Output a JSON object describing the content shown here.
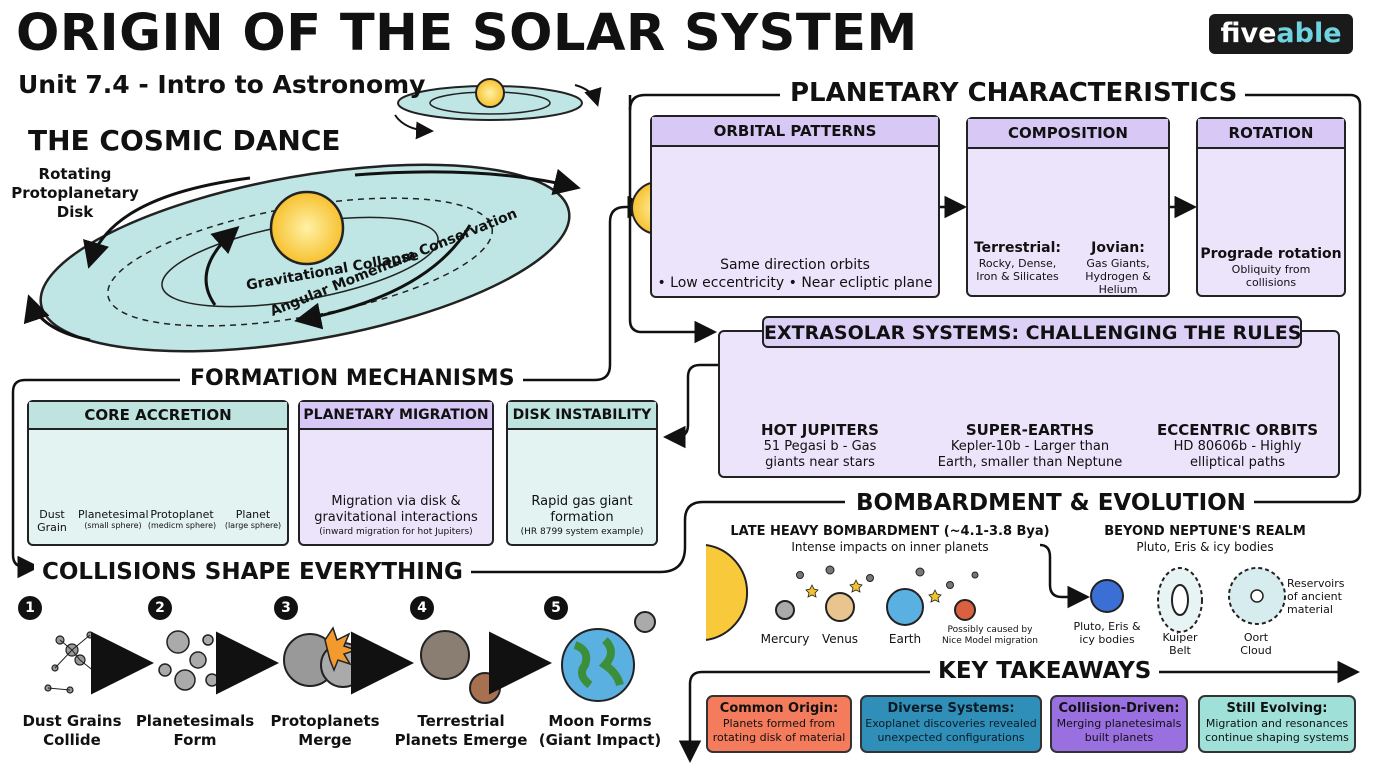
{
  "header": {
    "title": "ORIGIN OF THE SOLAR SYSTEM",
    "subtitle": "Unit 7.4 - Intro to Astronomy",
    "logo_left": "five",
    "logo_right": "able"
  },
  "cosmic": {
    "title": "THE COSMIC DANCE",
    "disk_label": "Rotating\nProtoplanetary\nDisk",
    "collapse_label": "Gravitational Collapse",
    "momentum_label": "Angular Momentum Conservation"
  },
  "planetary": {
    "title": "PLANETARY CHARACTERISTICS",
    "orbital": {
      "title": "ORBITAL PATTERNS",
      "line1": "Same direction orbits",
      "line2": "• Low eccentricity • Near ecliptic plane"
    },
    "composition": {
      "title": "COMPOSITION",
      "terrestrial_title": "Terrestrial:",
      "terrestrial_desc": "Rocky, Dense,\nIron & Silicates",
      "jovian_title": "Jovian:",
      "jovian_desc": "Gas Giants,\nHydrogen & Helium"
    },
    "rotation": {
      "title": "ROTATION",
      "line1": "Prograde rotation",
      "line2": "Obliquity from\ncollisions"
    }
  },
  "extrasolar": {
    "title": "EXTRASOLAR SYSTEMS: CHALLENGING THE RULES",
    "items": [
      {
        "title": "HOT JUPITERS",
        "desc": "51 Pegasi b - Gas\ngiants near stars"
      },
      {
        "title": "SUPER-EARTHS",
        "desc": "Kepler-10b - Larger than\nEarth, smaller than Neptune"
      },
      {
        "title": "ECCENTRIC ORBITS",
        "desc": "HD 80606b - Highly\nelliptical paths"
      }
    ]
  },
  "formation": {
    "title": "FORMATION MECHANISMS",
    "core": {
      "title": "CORE ACCRETION",
      "labels": [
        {
          "name": "Dust\nGrain",
          "sub": ""
        },
        {
          "name": "Planetesimal",
          "sub": "(small sphere)"
        },
        {
          "name": "Protoplanet",
          "sub": "(medicm sphere)"
        },
        {
          "name": "Planet",
          "sub": "(large sphere)"
        }
      ]
    },
    "migration": {
      "title": "PLANETARY MIGRATION",
      "desc": "Migration via disk &\ngravitational interactions",
      "note": "(inward migration for hot Jupiters)"
    },
    "instability": {
      "title": "DISK INSTABILITY",
      "desc": "Rapid gas giant\nformation",
      "note": "(HR 8799 system example)"
    }
  },
  "bombardment": {
    "title": "BOMBARDMENT & EVOLUTION",
    "lhb_title": "LATE HEAVY BOMBARDMENT (~4.1-3.8 Bya)",
    "lhb_sub": "Intense impacts on inner planets",
    "planets": [
      "Mercury",
      "Venus",
      "Earth"
    ],
    "nice_note": "Possibly caused by\nNice Model migration",
    "beyond_title": "BEYOND NEPTUNE'S REALM",
    "beyond_sub": "Pluto, Eris & icy bodies",
    "beyond_items": [
      "Pluto, Eris &\nicy bodies",
      "Kuiper\nBelt",
      "Oort\nCloud"
    ],
    "reservoir_note": "Reservoirs\nof ancient\nmaterial"
  },
  "collisions": {
    "title": "COLLISIONS SHAPE EVERYTHING",
    "steps": [
      {
        "num": "1",
        "label": "Dust Grains\nCollide"
      },
      {
        "num": "2",
        "label": "Planetesimals\nForm"
      },
      {
        "num": "3",
        "label": "Protoplanets\nMerge"
      },
      {
        "num": "4",
        "label": "Terrestrial\nPlanets Emerge"
      },
      {
        "num": "5",
        "label": "Moon Forms\n(Giant Impact)"
      }
    ]
  },
  "takeaways": {
    "title": "KEY TAKEAWAYS",
    "items": [
      {
        "title": "Common Origin:",
        "desc": "Planets formed from\nrotating disk of material",
        "color": "#f47c5c"
      },
      {
        "title": "Diverse Systems:",
        "desc": "Exoplanet discoveries revealed\nunexpected configurations",
        "color": "#2f8fb8"
      },
      {
        "title": "Collision-Driven:",
        "desc": "Merging planetesimals\nbuilt planets",
        "color": "#9a6fe0"
      },
      {
        "title": "Still Evolving:",
        "desc": "Migration and resonances\ncontinue shaping systems",
        "color": "#9fe0d8"
      }
    ]
  },
  "colors": {
    "panel_purple": "#ece4fb",
    "panel_purple_head": "#d8c8f6",
    "panel_teal": "#e2f3f1",
    "panel_teal_head": "#bfe3df",
    "sun": "#f8c93a",
    "disk": "#bfe6e4"
  }
}
